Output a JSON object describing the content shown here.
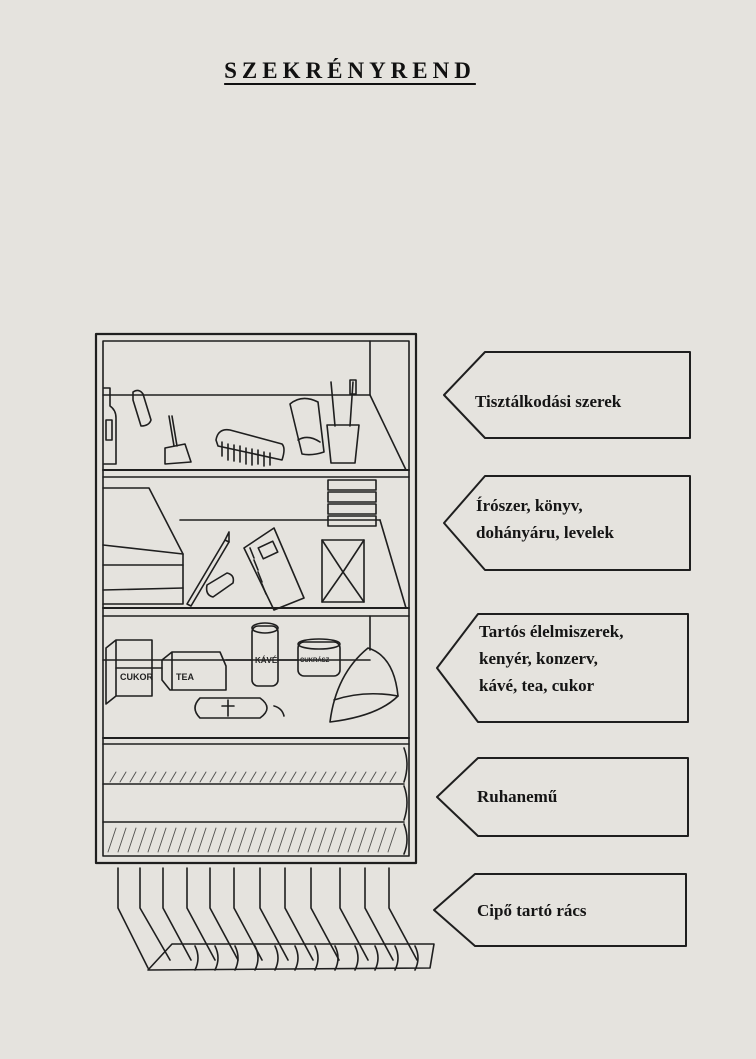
{
  "title": "SZEKRÉNYREND",
  "colors": {
    "paper": "#e5e3de",
    "ink": "#1a1a1a"
  },
  "cabinet": {
    "shelves": [
      {
        "name": "toiletries-shelf",
        "items": [
          "bottle-icon",
          "soap-icon",
          "dustpan-icon",
          "comb-icon",
          "towel-icon",
          "toothbrush-cup-icon"
        ]
      },
      {
        "name": "writing-shelf",
        "items": [
          "folded-linen-icon",
          "pencil-icon",
          "lighter-icon",
          "book-icon",
          "stacked-books-icon",
          "envelope-icon"
        ]
      },
      {
        "name": "food-shelf",
        "items": [
          "sugar-box-icon",
          "tea-box-icon",
          "coffee-can-icon",
          "tin-can-icon",
          "sausage-icon",
          "bread-icon"
        ]
      },
      {
        "name": "clothes-shelf",
        "items": [
          "folded-clothes-icon"
        ]
      }
    ],
    "item_labels": {
      "sugar": "CUKOR",
      "tea": "TEA",
      "coffee": "KÁVÉ",
      "tin": "CUKRÁSZ"
    },
    "shoe_rack": "shoe-rack-icon"
  },
  "labels": [
    {
      "lines": [
        "Tisztálkodási szerek"
      ]
    },
    {
      "lines": [
        "Írószer, könyv,",
        "dohányáru, levelek"
      ]
    },
    {
      "lines": [
        "Tartós élelmiszerek,",
        "kenyér, konzerv,",
        "kávé, tea, cukor"
      ]
    },
    {
      "lines": [
        "Ruhanemű"
      ]
    },
    {
      "lines": [
        "Cipő tartó rács"
      ]
    }
  ]
}
